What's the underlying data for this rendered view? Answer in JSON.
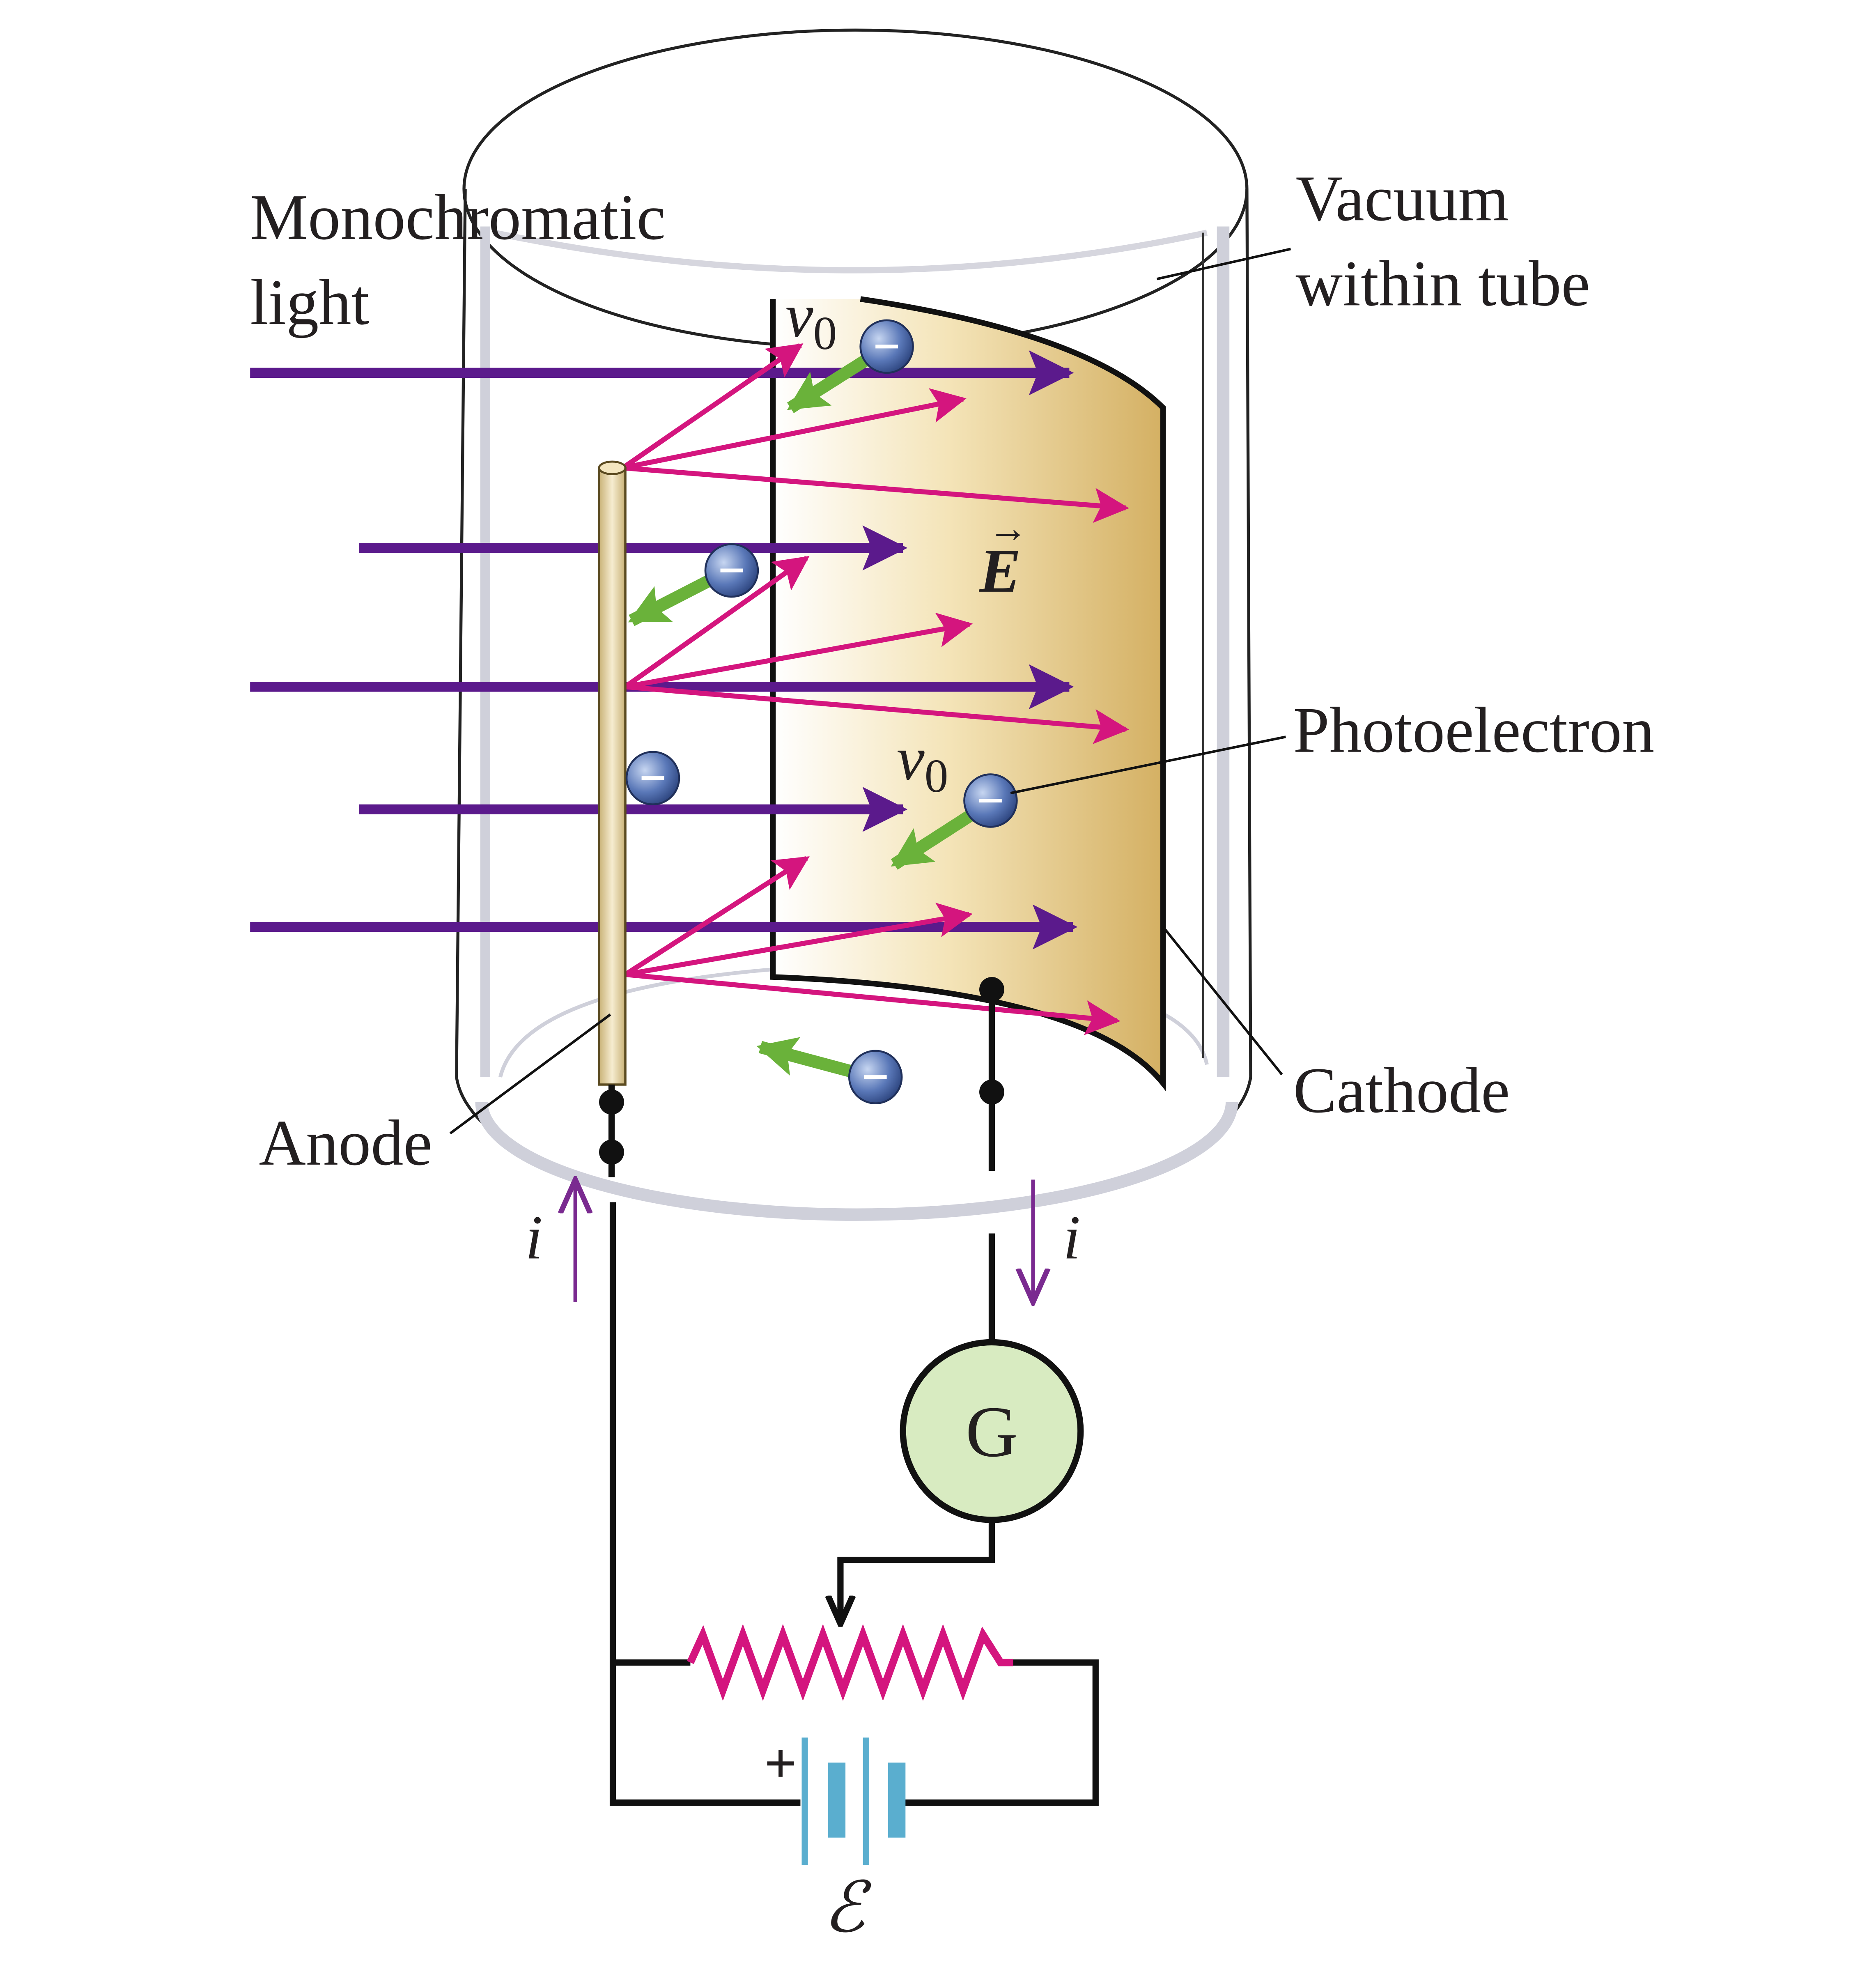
{
  "labels": {
    "light": [
      "Monochromatic",
      "light"
    ],
    "vacuum": [
      "Vacuum",
      "within tube"
    ],
    "photoelectron": "Photoelectron",
    "cathode": "Cathode",
    "anode": "Anode"
  },
  "symbols": {
    "velocity": "v",
    "velocity_sub": "0",
    "field": "E",
    "field_arrow": "→",
    "current": "i",
    "galvanometer": "G",
    "emf": "ℰ",
    "plus": "+",
    "minus": "−"
  },
  "colors": {
    "light_ray": "#5b1a8c",
    "photon_ray": "#d4157e",
    "electron_velocity": "#6ab23a",
    "electron": "#5a78b8",
    "cathode_fill": "#d9b86a",
    "anode_fill": "#ecdcb0",
    "galvanometer": "#d8ebc1",
    "battery": "#5aaecf",
    "resistor": "#d4157e",
    "current_arrow": "#7a2a90",
    "wire": "#111111"
  },
  "icons": {
    "electron": "electron-sphere-icon",
    "galvanometer": "galvanometer-icon",
    "battery": "battery-icon",
    "resistor": "variable-resistor-icon"
  }
}
